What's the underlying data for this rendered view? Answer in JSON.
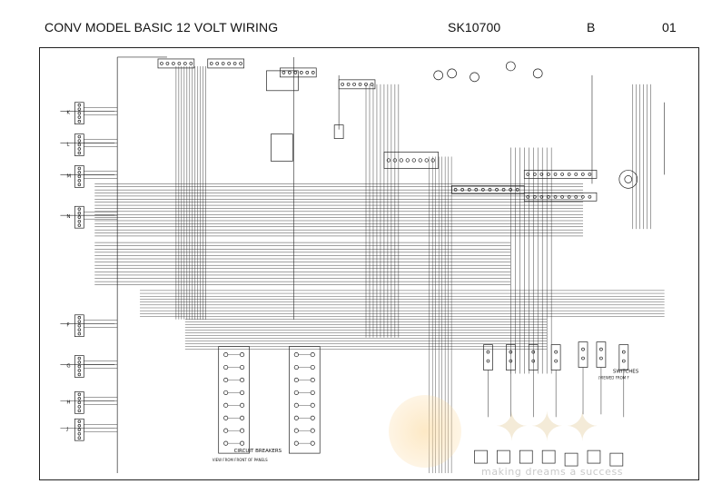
{
  "header": {
    "title": "CONV MODEL BASIC 12 VOLT WIRING",
    "part_number": "SK10700",
    "revision": "B",
    "sheet": "01"
  },
  "diagram": {
    "connector_letters": [
      "K",
      "L",
      "M",
      "N",
      "F",
      "G",
      "H",
      "J"
    ],
    "breaker_caption": "CIRCUIT BREAKERS",
    "breaker_view": "VIEW FROM FRONT OF PANELS",
    "switches_caption": "SWITCHES",
    "switches_view": "(VIEWED FROM F"
  },
  "watermark": {
    "tagline": "making dreams a success"
  }
}
